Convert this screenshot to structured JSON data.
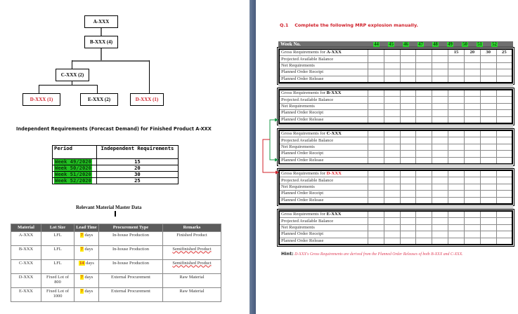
{
  "bom_tree": {
    "nodes": [
      {
        "id": "a",
        "label": "A-XXX",
        "color": "black"
      },
      {
        "id": "b",
        "label": "B-XXX (4)",
        "color": "black"
      },
      {
        "id": "c",
        "label": "C-XXX (2)",
        "color": "black"
      },
      {
        "id": "d1",
        "label": "D-XXX (1)",
        "color": "red"
      },
      {
        "id": "e",
        "label": "E-XXX (2)",
        "color": "black"
      },
      {
        "id": "d2",
        "label": "D-XXX (1)",
        "color": "red"
      }
    ]
  },
  "independent_requirements": {
    "title": "Independent Requirements (Forecast Demand) for Finished Product A-XXX",
    "headers": [
      "Period",
      "Independent Requirements"
    ],
    "rows": [
      {
        "period": "Week 49/2020",
        "value": "15"
      },
      {
        "period": "Week 50/2020",
        "value": "20"
      },
      {
        "period": "Week 51/2020",
        "value": "30"
      },
      {
        "period": "Week 52/2020",
        "value": "25"
      }
    ]
  },
  "material_master": {
    "title": "Relevant Material Master Data",
    "headers": [
      "Material",
      "Lot Size",
      "Lead Time",
      "Procurement Type",
      "Remarks"
    ],
    "rows": [
      {
        "material": "A-XXX",
        "lot": "LFL",
        "lead": "7",
        "lead_unit": "days",
        "proc": "In-house Production",
        "remarks": "Finished Product"
      },
      {
        "material": "B-XXX",
        "lot": "LFL",
        "lead": "7",
        "lead_unit": "days",
        "proc": "In-house Production",
        "remarks": "Semifinished Product"
      },
      {
        "material": "C-XXX",
        "lot": "LFL",
        "lead": "14",
        "lead_unit": "days",
        "proc": "In-house Production",
        "remarks": "Semifinished Product"
      },
      {
        "material": "D-XXX",
        "lot": "Fixed Lot of 800",
        "lead": "7",
        "lead_unit": "days",
        "proc": "External Procurement",
        "remarks": "Raw Material"
      },
      {
        "material": "E-XXX",
        "lot": "Fixed Lot of 1000",
        "lead": "7",
        "lead_unit": "days",
        "proc": "External Procurement",
        "remarks": "Raw Material"
      }
    ]
  },
  "question": {
    "number": "Q.1",
    "text": "Complete the following MRP explosion manually."
  },
  "mrp": {
    "week_label": "Week No.",
    "weeks": [
      "44",
      "45",
      "46",
      "47",
      "48",
      "49",
      "50",
      "51",
      "52"
    ],
    "row_labels": [
      "Projected Available Balance",
      "Net Requirements",
      "Planned Order Receipt",
      "Planned Order Release"
    ],
    "gross_prefix": "Gross Requirements for ",
    "blocks": [
      {
        "material": "A-XXX",
        "color": "black",
        "gross": [
          "",
          "",
          "",
          "",
          "",
          "15",
          "20",
          "30",
          "25"
        ]
      },
      {
        "material": "B-XXX",
        "color": "black",
        "gross": [
          "",
          "",
          "",
          "",
          "",
          "",
          "",
          "",
          ""
        ]
      },
      {
        "material": "C-XXX",
        "color": "black",
        "gross": [
          "",
          "",
          "",
          "",
          "",
          "",
          "",
          "",
          ""
        ]
      },
      {
        "material": "D-XXX",
        "color": "red",
        "gross": [
          "",
          "",
          "",
          "",
          "",
          "",
          "",
          "",
          ""
        ]
      },
      {
        "material": "E-XXX",
        "color": "black",
        "gross": [
          "",
          "",
          "",
          "",
          "",
          "",
          "",
          "",
          ""
        ]
      }
    ]
  },
  "hint": {
    "label": "Hint:",
    "text": "D-XXX's Gross Requirements are derived from the Planned Order Releases of both B-XXX and C-XXX."
  },
  "colors": {
    "accent_red": "#d0202a",
    "week_green": "#33dd33",
    "header_gray": "#6f6f6f",
    "arrow_green": "#1a9a4a"
  }
}
